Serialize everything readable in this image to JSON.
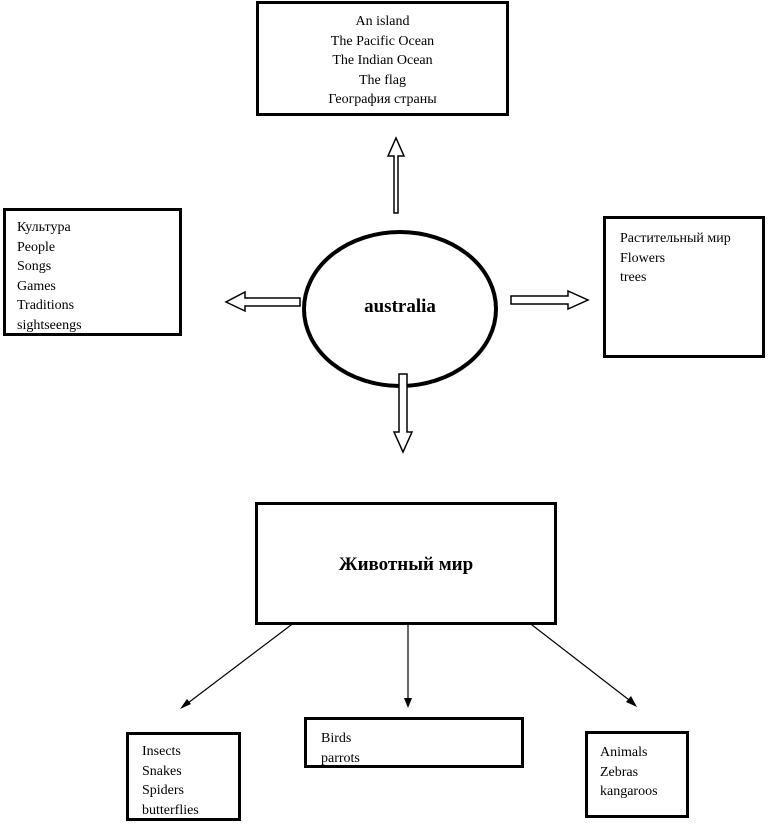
{
  "center": {
    "label": "australia"
  },
  "top_box": {
    "lines": [
      "An island",
      "The Pacific Ocean",
      "The Indian Ocean",
      "The flag",
      "География страны"
    ]
  },
  "left_box": {
    "lines": [
      "Культура",
      "People",
      "Songs",
      "Games",
      "Traditions",
      "sightseengs"
    ]
  },
  "right_box": {
    "lines": [
      "Растительный мир",
      "Flowers",
      "trees"
    ]
  },
  "bottom_box": {
    "title": "Животный мир"
  },
  "insects_box": {
    "lines": [
      "Insects",
      "Snakes",
      "Spiders",
      "butterflies"
    ]
  },
  "birds_box": {
    "lines": [
      "Birds",
      "parrots"
    ]
  },
  "animals_box": {
    "lines": [
      "Animals",
      "Zebras",
      "kangaroos"
    ]
  }
}
